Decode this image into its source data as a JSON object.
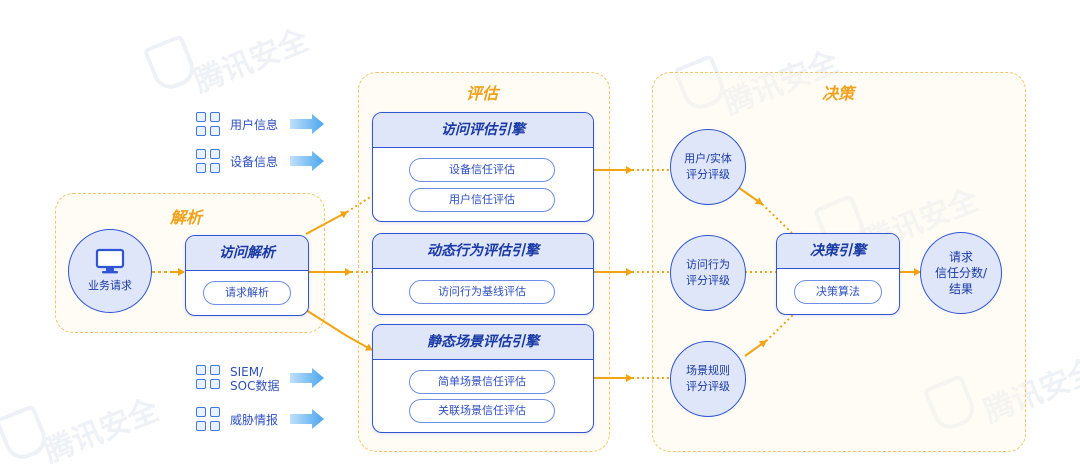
{
  "regions": {
    "parse": "解析",
    "evaluate": "评估",
    "decision": "决策"
  },
  "watermark": "腾讯安全",
  "business_request": "业务请求",
  "access_parse": {
    "title": "访问解析",
    "items": [
      "请求解析"
    ]
  },
  "inputs_top": [
    "用户信息",
    "设备信息"
  ],
  "inputs_bottom": [
    "SIEM/\nSOC数据",
    "威胁情报"
  ],
  "engines": [
    {
      "title": "访问评估引擎",
      "items": [
        "设备信任评估",
        "用户信任评估"
      ]
    },
    {
      "title": "动态行为评估引擎",
      "items": [
        "访问行为基线评估"
      ]
    },
    {
      "title": "静态场景评估引擎",
      "items": [
        "简单场景信任评估",
        "关联场景信任评估"
      ]
    }
  ],
  "ratings": [
    "用户/实体\n评分评级",
    "访问行为\n评分评级",
    "场景规则\n评分评级"
  ],
  "decision_engine": {
    "title": "决策引擎",
    "items": [
      "决策算法"
    ]
  },
  "result": "请求\n信任分数/\n结果",
  "colors": {
    "accent_blue": "#2f55d4",
    "header_fill": "#dfe6fa",
    "arrow_orange": "#f2a412",
    "region_dash": "#f4c468"
  }
}
